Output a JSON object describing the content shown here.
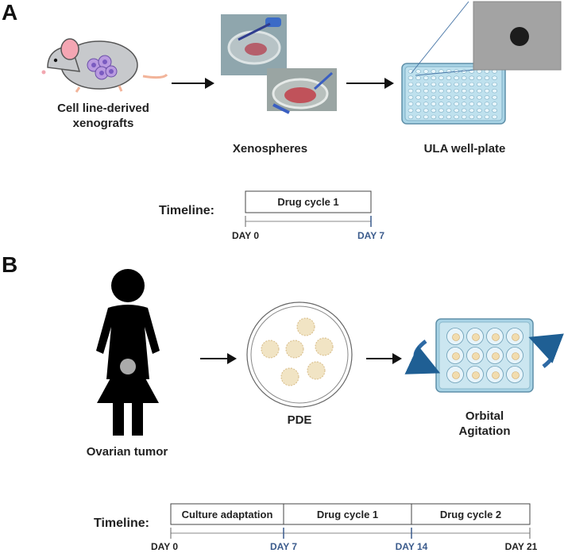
{
  "panel_a": {
    "letter": "A",
    "mouse_caption_1": "Cell line-derived",
    "mouse_caption_2": "xenografts",
    "xenospheres_caption": "Xenospheres",
    "plate_caption": "ULA well-plate",
    "timeline_label": "Timeline:",
    "segments": [
      "Drug cycle 1"
    ],
    "days": [
      "DAY 0",
      "DAY 7"
    ]
  },
  "panel_b": {
    "letter": "B",
    "patient_caption": "Ovarian tumor",
    "pde_caption": "PDE",
    "agitation_caption_1": "Orbital",
    "agitation_caption_2": "Agitation",
    "timeline_label": "Timeline:",
    "segments": [
      "Culture adaptation",
      "Drug cycle 1",
      "Drug cycle 2"
    ],
    "days": [
      "DAY 0",
      "DAY 7",
      "DAY 14",
      "DAY 21"
    ]
  },
  "colors": {
    "accent_blue": "#3b5b8c",
    "plate_blue": "#a9d4e6",
    "arrow": "#111111"
  }
}
